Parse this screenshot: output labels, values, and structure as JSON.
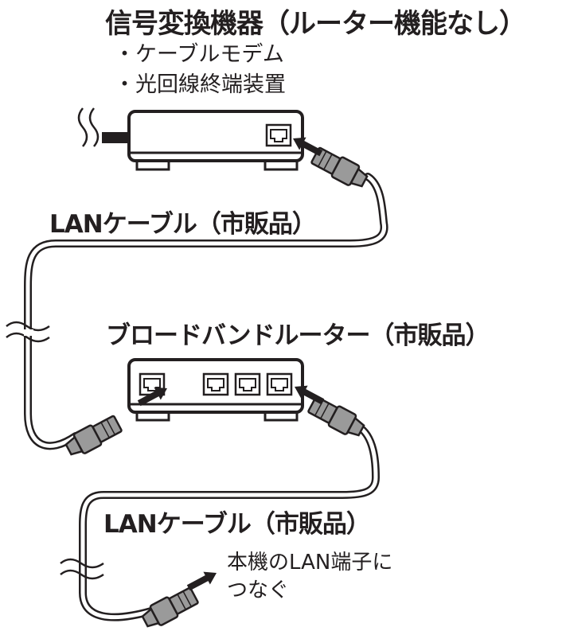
{
  "modem": {
    "title": "信号変換機器（ルーター機能なし）",
    "items": [
      "・ケーブルモデム",
      "・光回線終端装置"
    ]
  },
  "cable_top": {
    "label": "LANケーブル（市販品）"
  },
  "router": {
    "title": "ブロードバンドルーター（市販品）"
  },
  "cable_bottom": {
    "label": "LANケーブル（市販品）"
  },
  "instruction": {
    "lines": [
      "本機のLAN端子に",
      "つなぐ"
    ]
  },
  "colors": {
    "ink": "#231f20",
    "cable_fill": "#ffffff",
    "plug_fill": "#9a9a9a"
  }
}
